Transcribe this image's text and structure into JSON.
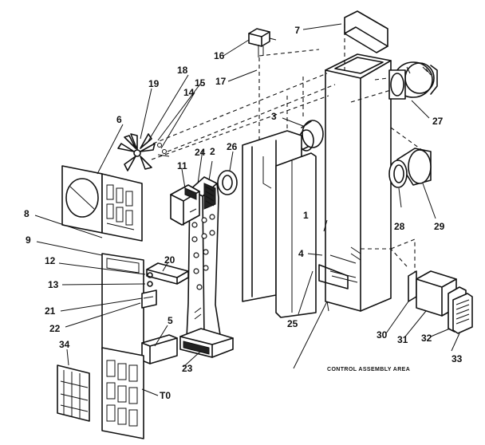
{
  "callouts": {
    "p1": "1",
    "p2": "2",
    "p3": "3",
    "p4": "4",
    "p5": "5",
    "p6": "6",
    "p7": "7",
    "p8": "8",
    "p9": "9",
    "p11": "11",
    "p12": "12",
    "p13": "13",
    "p14": "14",
    "p15": "15",
    "p16": "16",
    "p17": "17",
    "p18": "18",
    "p19": "19",
    "p20": "20",
    "p21": "21",
    "p22": "22",
    "p23": "23",
    "p24": "24",
    "p25": "25",
    "p26": "26",
    "p27": "27",
    "p28": "28",
    "p29": "29",
    "p30": "30",
    "p31": "31",
    "p32": "32",
    "p33": "33",
    "p34": "34",
    "p10": "T0"
  },
  "caption": "CONTROL ASSEMBLY AREA"
}
